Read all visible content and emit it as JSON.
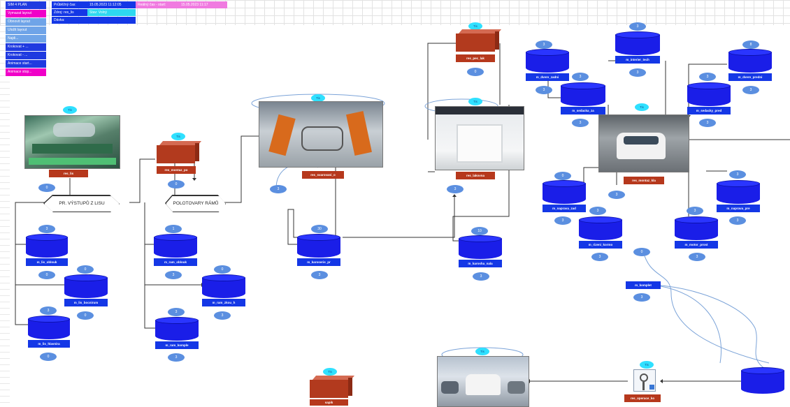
{
  "menu": [
    {
      "label": "SIM 4 PLAN",
      "style": "blue"
    },
    {
      "label": "Vymazat layout",
      "style": "pink"
    },
    {
      "label": "Obnovit layout",
      "style": "light"
    },
    {
      "label": "Uložit layout",
      "style": "light"
    },
    {
      "label": "Najdi...",
      "style": "light"
    },
    {
      "label": "Krokovat + ...",
      "style": "blue"
    },
    {
      "label": "Krokovat - ...",
      "style": "blue"
    },
    {
      "label": "Animace start...",
      "style": "blue"
    },
    {
      "label": "Animace stop...",
      "style": "pink"
    }
  ],
  "info": {
    "time_label": "Průběžný čas:",
    "time_value": "15.05.2023 11:12:05",
    "source_label": "Zdroj: res_lis",
    "source_value": "Stav: Volný",
    "batch_label": "Dávka:",
    "real_label": "Reálný čas - start:",
    "real_value": "15.05.2023 11:17"
  },
  "diamonds": {
    "d1": "PR. VÝSTUPŮ Z LISU",
    "d2": "POLOTOVARY RÁMŮ"
  },
  "resources": {
    "res_lis": "res_lis",
    "res_montaz_po": "res_montaz_po",
    "res_svarovani_o": "res_svarovani_o",
    "res_pec_lak": "res_pec_lak",
    "res_lakovna": "res_lakovna",
    "res_montaz_kla": "res_montaz_kla",
    "res_operace_ko": "res_operace_ko",
    "sap": "sapik"
  },
  "tags": {
    "t_lis": "Tis",
    "t_montaz": "Tis",
    "t_svar": "Tis",
    "t_pec": "Tis",
    "t_lak": "Tis",
    "t_montaz_kla": "Tis",
    "t_oper": "Tis",
    "t_final": "Tis",
    "t_sap": "Tis"
  },
  "counts": {
    "c_lis": "0",
    "c_montaz": "0",
    "c_svar": "3",
    "c_pec": "0",
    "c_lak": "3",
    "c_kla": "3"
  },
  "stores": {
    "m_lis_oblouk": {
      "label": "m_lis_oblouk",
      "top": "3",
      "bottom": "0"
    },
    "m_lis_bocnirum": {
      "label": "m_lis_bocnirum",
      "top": "0",
      "bottom": "0"
    },
    "m_lis_hlavnira": {
      "label": "m_lis_hlavnira",
      "top": "3",
      "bottom": "0"
    },
    "m_ram_oblouk": {
      "label": "m_ram_oblouk",
      "top": "1",
      "bottom": "3"
    },
    "m_ram_zkou_h": {
      "label": "m_ram_zkou_h",
      "top": "0",
      "bottom": "3"
    },
    "m_ram_komple": {
      "label": "m_ram_komple",
      "top": "3",
      "bottom": "3"
    },
    "m_karoserie_pr": {
      "label": "m_karoserie_pr",
      "top": "30",
      "bottom": "3"
    },
    "m_karosha_nala": {
      "label": "m_karosha_nala",
      "top": "10",
      "bottom": "3"
    },
    "m_dvere_zadni": {
      "label": "m_dvere_zadni",
      "top": "3",
      "bottom": "3"
    },
    "m_interier_tech": {
      "label": "m_interier_tech",
      "top": "3",
      "bottom": "3"
    },
    "m_dvere_predni": {
      "label": "m_dvere_predni",
      "top": "8",
      "bottom": "3"
    },
    "m_sedacka_za": {
      "label": "m_sedacka_za",
      "top": "3",
      "bottom": "3"
    },
    "m_sedacky_pred": {
      "label": "m_sedacky_pred",
      "top": "3",
      "bottom": "3"
    },
    "m_naprava_zad": {
      "label": "m_naprava_zad",
      "top": "0",
      "bottom": "3"
    },
    "m_rizeni_kormo": {
      "label": "m_rizeni_kormo",
      "top": "3",
      "bottom": "3"
    },
    "m_motor_prost": {
      "label": "m_motor_prost",
      "top": "3",
      "bottom": "3"
    },
    "m_naprava_pre": {
      "label": "m_naprava_pre",
      "top": "3",
      "bottom": "3"
    },
    "m_komplet": {
      "label": "m_komplet",
      "top": "0",
      "bottom": "3"
    }
  }
}
